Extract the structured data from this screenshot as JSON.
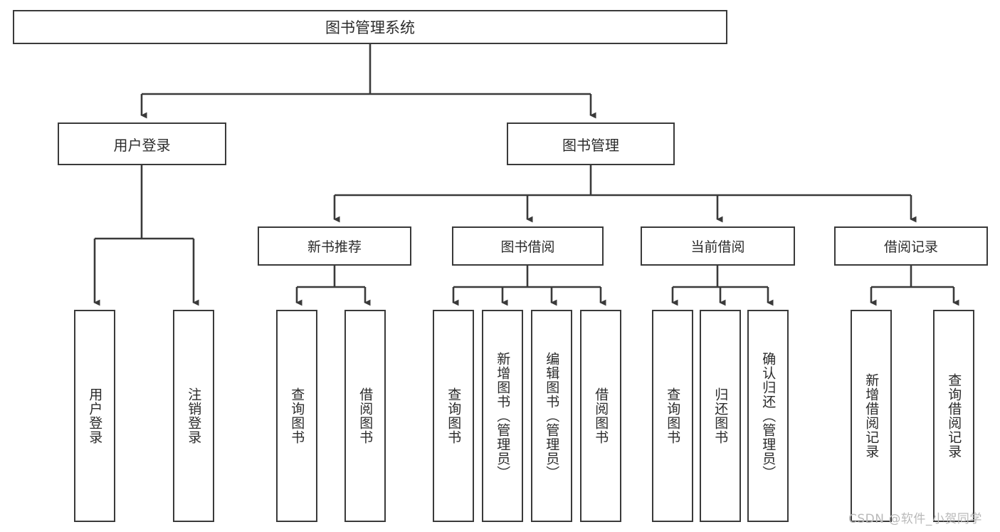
{
  "diagram": {
    "type": "tree-hierarchy-chart",
    "title": "图书管理系统",
    "colors": {
      "box_border": "#3a3a3a",
      "box_fill": "#ffffff",
      "connector": "#3a3a3a",
      "text": "#2b2b2b",
      "watermark": "#b9b9b9",
      "background": "#ffffff"
    },
    "root": {
      "label": "图书管理系统"
    },
    "level2": [
      {
        "id": "user-login",
        "label": "用户登录"
      },
      {
        "id": "book-management",
        "label": "图书管理"
      }
    ],
    "level3": [
      {
        "id": "new-book-recommend",
        "label": "新书推荐"
      },
      {
        "id": "book-borrow",
        "label": "图书借阅"
      },
      {
        "id": "current-borrow",
        "label": "当前借阅"
      },
      {
        "id": "borrow-record",
        "label": "借阅记录"
      }
    ],
    "leaves": {
      "user_login": [
        {
          "id": "leaf-user-login",
          "label": "用户登录"
        },
        {
          "id": "leaf-user-logout",
          "label": "注销登录"
        }
      ],
      "new_book_recommend": [
        {
          "id": "leaf-query-book-1",
          "label": "查询图书"
        },
        {
          "id": "leaf-borrow-book-1",
          "label": "借阅图书"
        }
      ],
      "book_borrow": [
        {
          "id": "leaf-query-book-2",
          "label": "查询图书"
        },
        {
          "id": "leaf-add-book",
          "label": "新增图书（管理员）"
        },
        {
          "id": "leaf-edit-book",
          "label": "编辑图书（管理员）"
        },
        {
          "id": "leaf-borrow-book-2",
          "label": "借阅图书"
        }
      ],
      "current_borrow": [
        {
          "id": "leaf-query-book-3",
          "label": "查询图书"
        },
        {
          "id": "leaf-return-book",
          "label": "归还图书"
        },
        {
          "id": "leaf-confirm-return",
          "label": "确认归还（管理员）"
        }
      ],
      "borrow_record": [
        {
          "id": "leaf-add-record",
          "label": "新增借阅记录"
        },
        {
          "id": "leaf-query-record",
          "label": "查询借阅记录"
        }
      ]
    }
  },
  "watermark": {
    "text": "CSDN @软件_小贺同学"
  }
}
